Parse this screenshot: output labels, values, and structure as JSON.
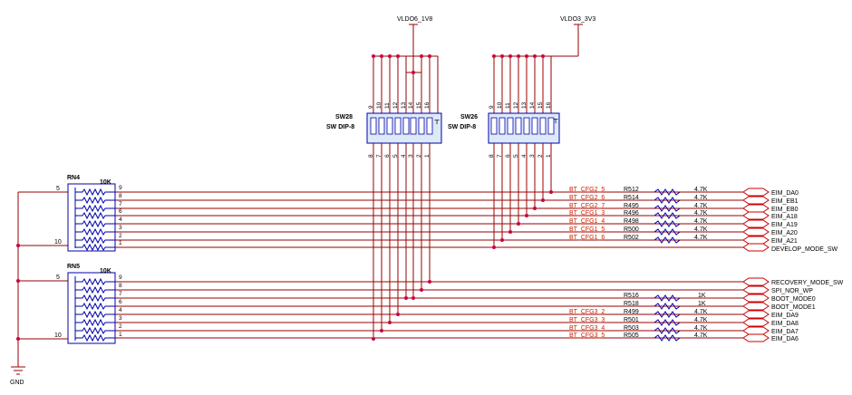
{
  "power": {
    "vldo6": "VLDO6_1V8",
    "vldo3": "VLDO3_3V3",
    "gnd": "GND"
  },
  "switches": [
    {
      "ref": "SW28",
      "value": "SW DIP-8",
      "top_pins": [
        "9",
        "10",
        "11",
        "12",
        "13",
        "14",
        "15",
        "16"
      ],
      "bottom_pins": [
        "8",
        "7",
        "6",
        "5",
        "4",
        "3",
        "2",
        "1"
      ]
    },
    {
      "ref": "SW26",
      "value": "SW DIP-8",
      "top_pins": [
        "9",
        "10",
        "11",
        "12",
        "13",
        "14",
        "15",
        "16"
      ],
      "bottom_pins": [
        "8",
        "7",
        "6",
        "5",
        "4",
        "3",
        "2",
        "1"
      ]
    }
  ],
  "rnets": [
    {
      "ref": "RN4",
      "value": "10K",
      "pin_common": "5",
      "pin_gnd": "10",
      "pins": [
        "9",
        "8",
        "7",
        "6",
        "4",
        "3",
        "2",
        "1"
      ]
    },
    {
      "ref": "RN5",
      "value": "10K",
      "pin_common": "5",
      "pin_gnd": "10",
      "pins": [
        "9",
        "8",
        "7",
        "6",
        "4",
        "3",
        "2",
        "1"
      ]
    }
  ],
  "rows": [
    {
      "net": "BT_CFG2_5",
      "ref": "R512",
      "value": "4.7K",
      "port": "EIM_DA0"
    },
    {
      "net": "BT_CFG2_6",
      "ref": "R514",
      "value": "4.7K",
      "port": "EIM_EB1"
    },
    {
      "net": "BT_CFG2_7",
      "ref": "R495",
      "value": "4.7K",
      "port": "EIM_EB0"
    },
    {
      "net": "BT_CFG1_3",
      "ref": "R496",
      "value": "4.7K",
      "port": "EIM_A18"
    },
    {
      "net": "BT_CFG1_4",
      "ref": "R498",
      "value": "4.7K",
      "port": "EIM_A19"
    },
    {
      "net": "BT_CFG1_5",
      "ref": "R500",
      "value": "4.7K",
      "port": "EIM_A20"
    },
    {
      "net": "BT_CFG1_6",
      "ref": "R502",
      "value": "4.7K",
      "port": "EIM_A21"
    },
    {
      "net": "",
      "ref": "",
      "value": "",
      "port": "DEVELOP_MODE_SW"
    },
    {
      "net": "",
      "ref": "",
      "value": "",
      "port": "RECOVERY_MODE_SW"
    },
    {
      "net": "",
      "ref": "",
      "value": "",
      "port": "SPI_NOR_WP"
    },
    {
      "net": "",
      "ref": "R516",
      "value": "1K",
      "port": "BOOT_MODE0"
    },
    {
      "net": "",
      "ref": "R518",
      "value": "1K",
      "port": "BOOT_MODE1"
    },
    {
      "net": "BT_CFG3_2",
      "ref": "R499",
      "value": "4.7K",
      "port": "EIM_DA9"
    },
    {
      "net": "BT_CFG3_3",
      "ref": "R501",
      "value": "4.7K",
      "port": "EIM_DA8"
    },
    {
      "net": "BT_CFG3_4",
      "ref": "R503",
      "value": "4.7K",
      "port": "EIM_DA7"
    },
    {
      "net": "BT_CFG3_5",
      "ref": "R505",
      "value": "4.7K",
      "port": "EIM_DA6"
    }
  ]
}
